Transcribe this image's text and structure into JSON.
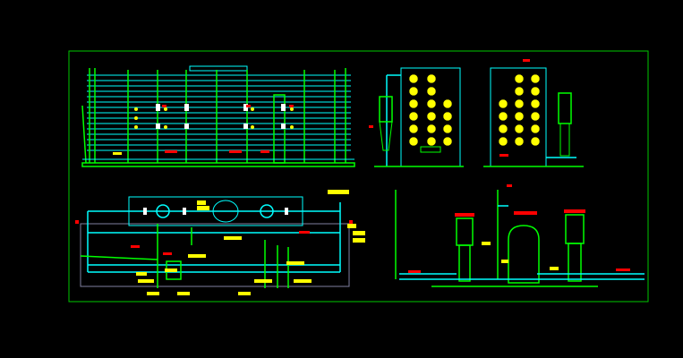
{
  "drawing": {
    "background": "#000000",
    "frame_color": "#00c800",
    "colors": {
      "pipe": "#00ffff",
      "vessel": "#00ff00",
      "tag": "#ffff00",
      "note": "#ff0000",
      "white": "#ffffff",
      "grey": "#8080a0"
    },
    "views": [
      {
        "name": "skid-front-elevation"
      },
      {
        "name": "rack-side-elevation"
      },
      {
        "name": "rack-rear-elevation"
      },
      {
        "name": "skid-plan-view"
      },
      {
        "name": "pump-station-elevation"
      }
    ]
  }
}
